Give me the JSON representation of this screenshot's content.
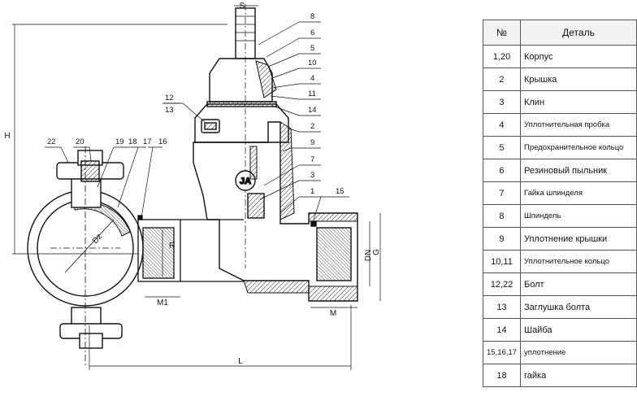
{
  "drawing": {
    "callouts": [
      "8",
      "6",
      "5",
      "10",
      "4",
      "11",
      "14",
      "2",
      "9",
      "7",
      "3",
      "1",
      "15",
      "12",
      "13",
      "22",
      "20",
      "19",
      "18",
      "17",
      "16"
    ],
    "dimensions": {
      "s": "S",
      "h": "H",
      "dz": "Dz",
      "r": "R",
      "m1": "M1",
      "m": "M",
      "dn": "DN",
      "g": "G",
      "l": "L"
    },
    "logo_text": "JA"
  },
  "table": {
    "headers": {
      "number": "№",
      "part": "Деталь"
    },
    "rows": [
      {
        "number": "1,20",
        "part": "Корпус"
      },
      {
        "number": "2",
        "part": "Крышка"
      },
      {
        "number": "3",
        "part": "Клин"
      },
      {
        "number": "4",
        "part": "Уплотнительная пробка"
      },
      {
        "number": "5",
        "part": "Предохранительное кольцо"
      },
      {
        "number": "6",
        "part": "Резиновый пыльник"
      },
      {
        "number": "7",
        "part": "Гайка шпинделя"
      },
      {
        "number": "8",
        "part": "Шпиндель"
      },
      {
        "number": "9",
        "part": "Уплотнение крышки"
      },
      {
        "number": "10,11",
        "part": "Уплотнительное кольцо"
      },
      {
        "number": "12,22",
        "part": "Болт"
      },
      {
        "number": "13",
        "part": "Заглушка болта"
      },
      {
        "number": "14",
        "part": "Шайба"
      },
      {
        "number": "15,16,17",
        "part": "уплотнение"
      },
      {
        "number": "18",
        "part": "гайка"
      }
    ]
  }
}
